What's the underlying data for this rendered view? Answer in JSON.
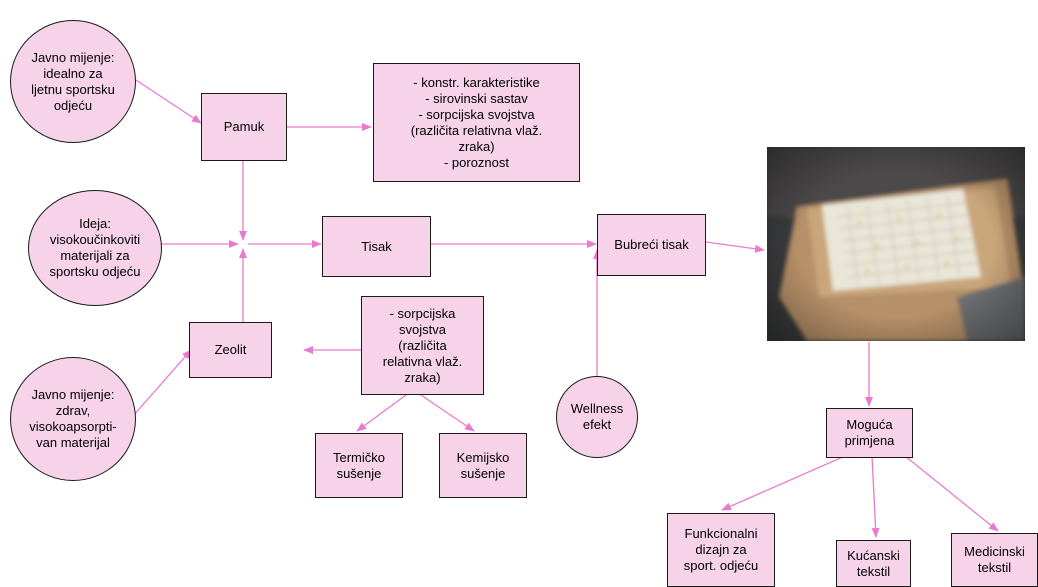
{
  "colors": {
    "node_fill": "#f7d3ea",
    "border": "#1a1a1a",
    "arrow": "#ea7ad0"
  },
  "nodes": {
    "javno1": "Javno mijenje:\nidealno za\nljetnu sportsku\nodjeću",
    "ideja": "Ideja:\nvisokoučinkoviti\nmaterijali za\nsportsku odjeću",
    "javno2": "Javno mijenje:\nzdrav,\nvisokoapsorpti-\nvan materijal",
    "pamuk": "Pamuk",
    "pamuk_props": "- konstr. karakteristike\n- sirovinski sastav\n- sorpcijska svojstva\n(različita relativna vlaž.\nzraka)\n- poroznost",
    "tisak": "Tisak",
    "zeolit": "Zeolit",
    "zeolit_props": "- sorpcijska\nsvojstva\n(različita\nrelativna vlaž.\nzraka)",
    "termicko": "Termičko\nsušenje",
    "kemijsko": "Kemijsko\nsušenje",
    "wellness": "Wellness\nefekt",
    "bubreci": "Bubreći tisak",
    "moguca": "Moguća\nprimjena",
    "funkcionalni": "Funkcionalni\ndizajn za\nsport. odjeću",
    "kucanski": "Kućanski\ntekstil",
    "medicinski": "Medicinski\ntekstil"
  }
}
